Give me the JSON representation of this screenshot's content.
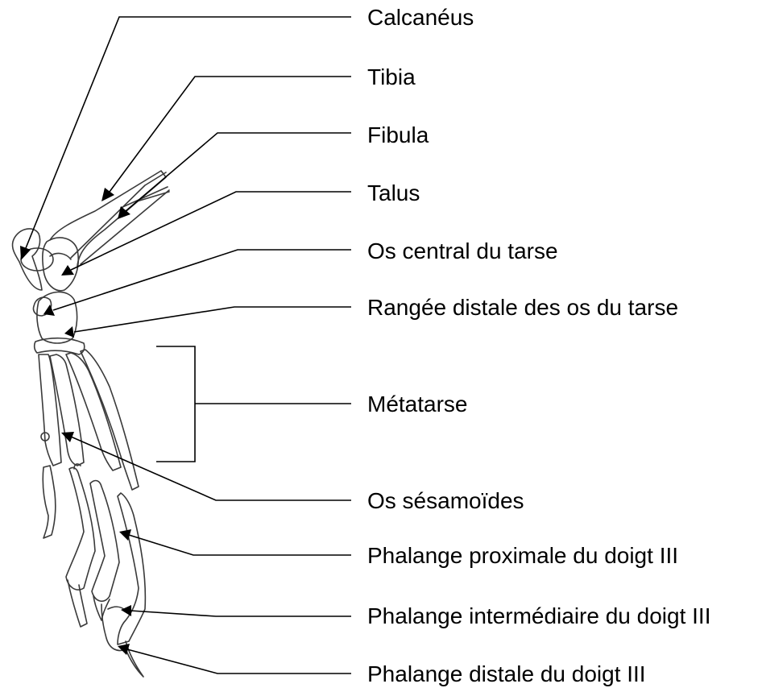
{
  "labels": {
    "calcaneus": "Calcanéus",
    "tibia": "Tibia",
    "fibula": "Fibula",
    "talus": "Talus",
    "central_tarsal": "Os central du tarse",
    "distal_tarsals": "Rangée distale des os du tarse",
    "metatarsus": "Métatarse",
    "sesamoids": "Os sésamoïdes",
    "proximal_phalanx": "Phalange proximale du doigt III",
    "intermediate_phalanx": "Phalange intermédiaire du doigt III",
    "distal_phalanx": "Phalange distale du doigt III"
  }
}
